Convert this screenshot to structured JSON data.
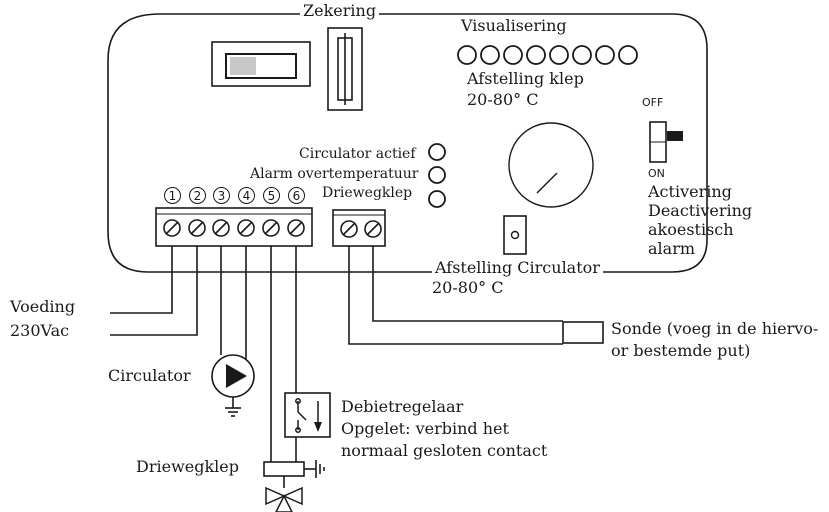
{
  "labels": {
    "zekering": "Zekering",
    "visualisering": "Visualisering",
    "afstelling_klep": "Afstelling klep",
    "afstelling_klep_range": "20-80° C",
    "off": "OFF",
    "on": "ON",
    "circulator_actief": "Circulator actief",
    "alarm_overtemperatuur": "Alarm overtemperatuur",
    "driewegklep_terminal": "Driewegklep",
    "activering": [
      "Activering",
      "Deactivering",
      "akoestisch",
      "alarm"
    ],
    "afstelling_circulator": "Afstelling Circulator",
    "afstelling_circulator_range": "20-80° C",
    "voeding": [
      "Voeding",
      "230Vac"
    ],
    "sonde": [
      "Sonde (voeg in de hiervo-",
      "or bestemde put)"
    ],
    "circulator": "Circulator",
    "debietregelaar": [
      "Debietregelaar",
      "Opgelet: verbind het",
      "normaal gesloten contact"
    ],
    "driewegklep_valve": "Driewegklep"
  },
  "terminal_numbers": [
    "1",
    "2",
    "3",
    "4",
    "5",
    "6"
  ],
  "colors": {
    "line": "#1a1a1a",
    "background": "#ffffff",
    "fill_grey": "#bfbfbf"
  }
}
